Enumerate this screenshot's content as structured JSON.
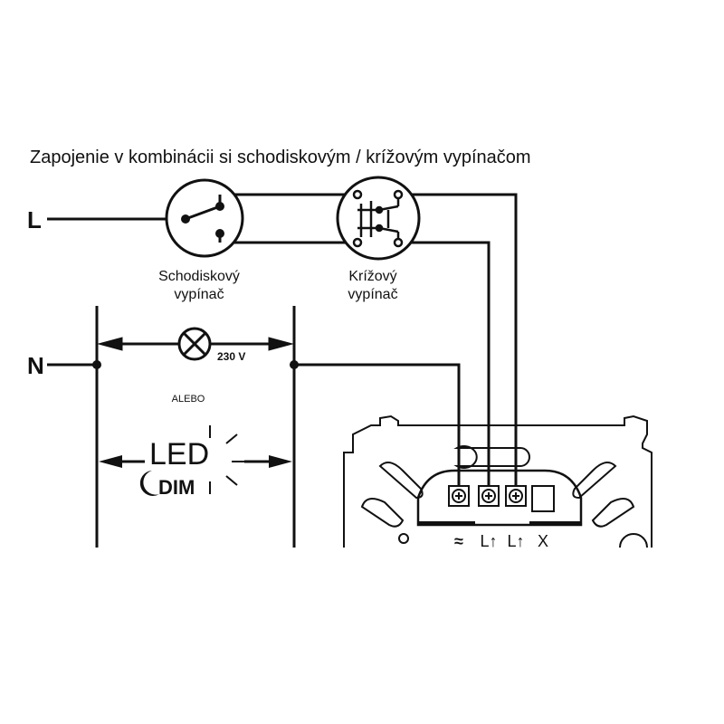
{
  "title": "Zapojenie v kombinácii si schodiskovým / krížovým vypínačom",
  "labels": {
    "phase": "L",
    "neutral": "N",
    "staircase_switch_line1": "Schodiskový",
    "staircase_switch_line2": "vypínač",
    "cross_switch_line1": "Krížový",
    "cross_switch_line2": "vypínač",
    "voltage": "230 V",
    "alternative": "ALEBO",
    "led": "LED",
    "dim": "DIM"
  },
  "terminals": [
    "≈",
    "L↑",
    "L↑",
    "X"
  ],
  "colors": {
    "line": "#111111",
    "background": "#ffffff"
  }
}
